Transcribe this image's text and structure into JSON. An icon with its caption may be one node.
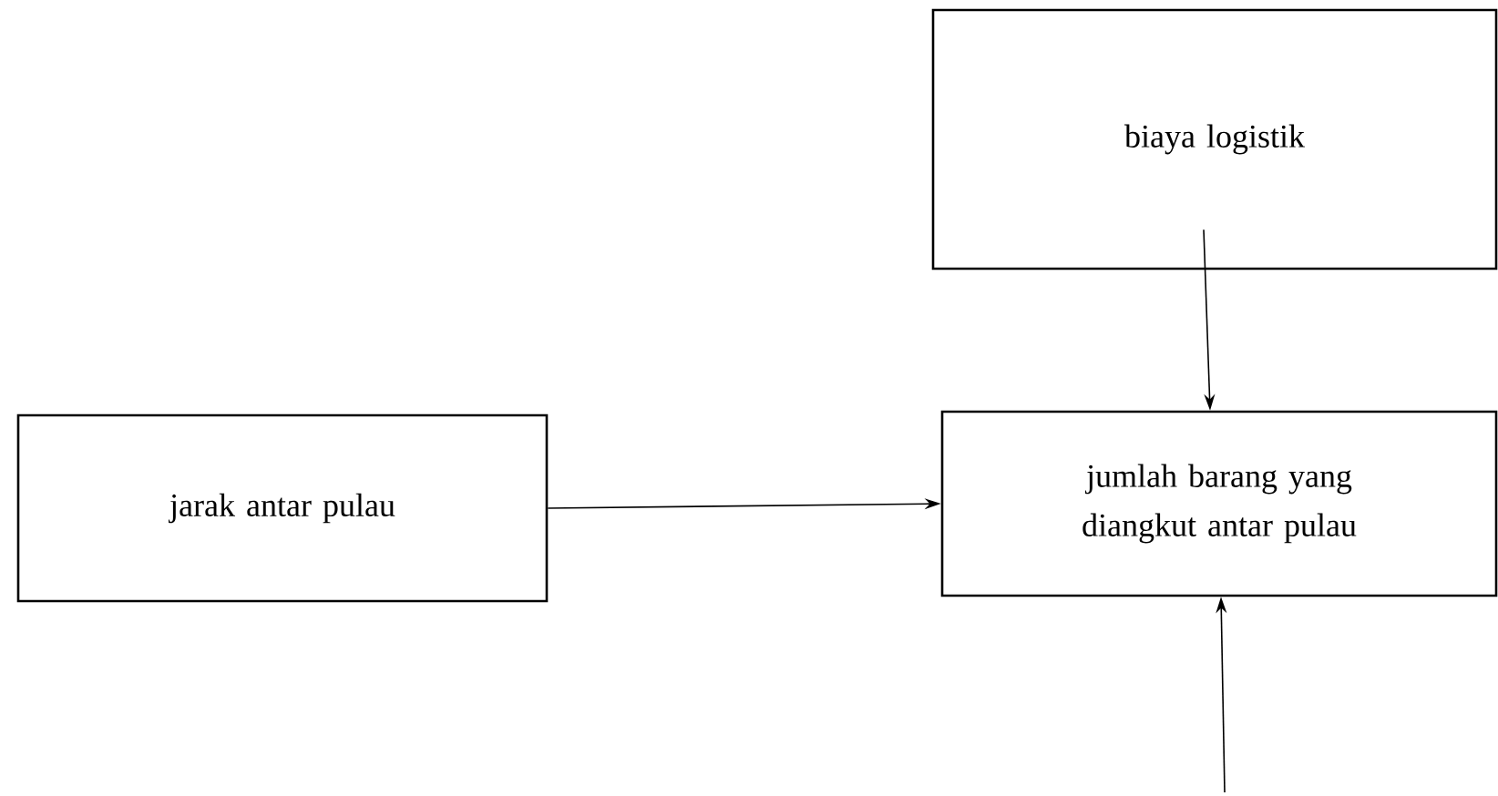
{
  "diagram": {
    "nodes": [
      {
        "text": [
          "biaya logistik"
        ]
      },
      {
        "text": [
          "jarak antar pulau"
        ]
      },
      {
        "text": [
          "jumlah barang yang diangkut antar pulau"
        ]
      }
    ],
    "edges": [
      {
        "from": 0,
        "to": 2,
        "arrow": "to"
      },
      {
        "from": 1,
        "to": 2,
        "arrow": "to"
      },
      {
        "from": null,
        "to": 2,
        "arrow": "to"
      }
    ]
  }
}
